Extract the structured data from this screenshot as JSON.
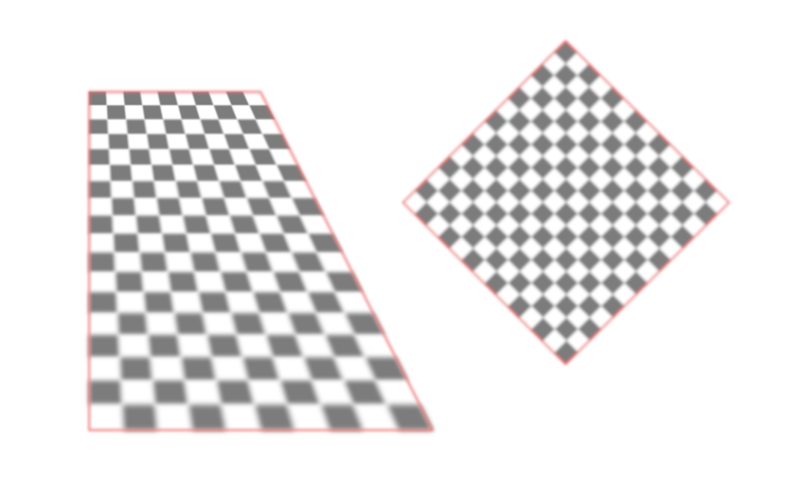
{
  "colors": {
    "background": "#ffffff",
    "check_dark": "#7b7b7b",
    "check_light": "#ffffff",
    "outline": "#ef6a6a"
  },
  "shapes": [
    {
      "name": "trapezoid-checkerboard",
      "rows": 18,
      "cols": 10,
      "blur": [
        0.6,
        3.2
      ]
    },
    {
      "name": "diamond-checkerboard",
      "rows": 14,
      "cols": 14,
      "blur": [
        1.6,
        1.6
      ]
    }
  ]
}
